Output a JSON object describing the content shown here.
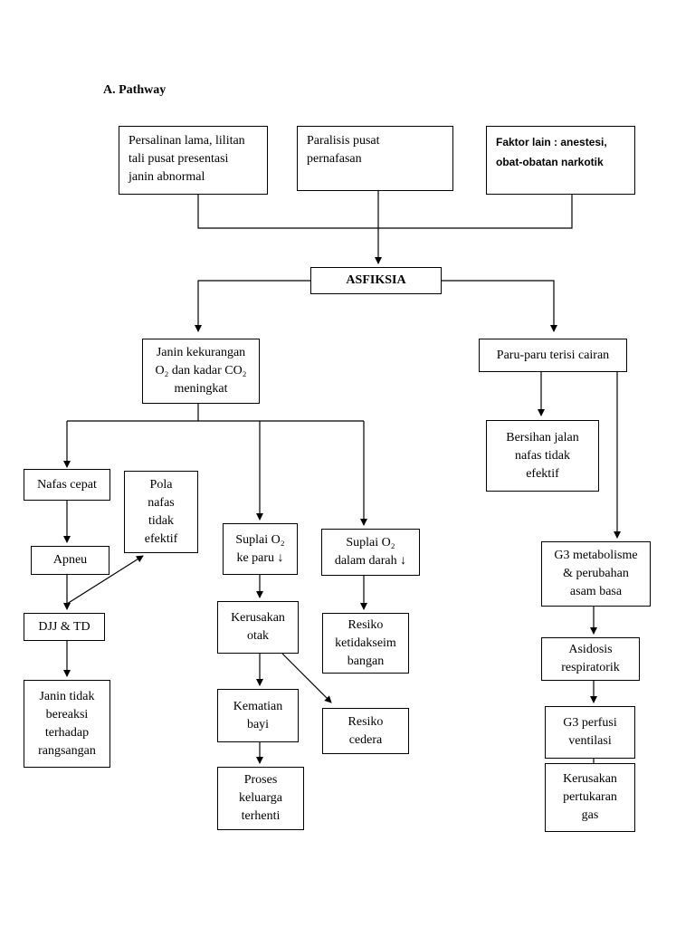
{
  "heading": "A.  Pathway",
  "nodes": {
    "persalinan": "Persalinan lama, lilitan\ntali pusat presentasi\njanin abnormal",
    "paralisis": "Paralisis pusat\npernafasan",
    "faktor_lain": "Faktor lain : anestesi,\nobat-obatan narkotik",
    "asfiksia": "ASFIKSIA",
    "janin_kekurangan": "Janin kekurangan\nO₂ dan kadar CO₂\nmeningkat",
    "paru_paru": "Paru-paru terisi cairan",
    "bersihan": "Bersihan jalan\nnafas tidak\nefektif",
    "nafas_cepat": "Nafas cepat",
    "pola_nafas": "Pola\nnafas\ntidak\nefektif",
    "apneu": "Apneu",
    "djj_td": "DJJ & TD",
    "janin_tidak": "Janin tidak\nbereaksi\nterhadap\nrangsangan",
    "suplai_paru": "Suplai O₂\nke paru ↓",
    "suplai_darah": "Suplai O₂\ndalam darah ↓",
    "kerusakan_otak": "Kerusakan\notak",
    "resiko_ketidak": "Resiko\nketidakseim\nbangan",
    "kematian_bayi": "Kematian\nbayi",
    "resiko_cedera": "Resiko\ncedera",
    "proses_keluarga": "Proses\nkeluarga\nterhenti",
    "g3_metabolisme": "G3 metabolisme\n& perubahan\nasam basa",
    "asidosis": "Asidosis\nrespiratorik",
    "g3_perfusi": "G3 perfusi\nventilasi",
    "kerusakan_pertukaran": "Kerusakan\npertukaran\ngas"
  }
}
